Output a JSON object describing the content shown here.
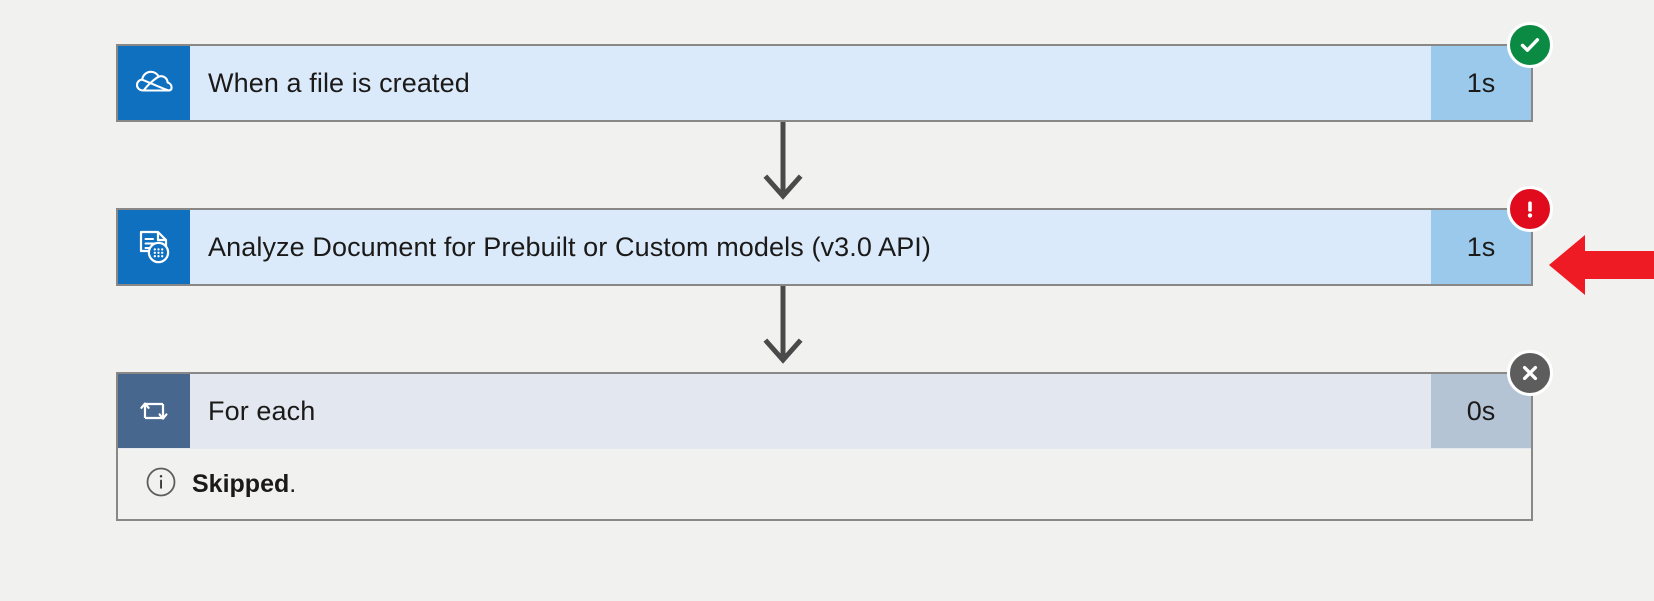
{
  "workflow": {
    "steps": [
      {
        "id": "when-a-file-is-created",
        "title": "When a file is created",
        "duration": "1s",
        "status": "succeeded",
        "status_badge_icon": "check-icon",
        "icon": "onedrive-cloud-icon"
      },
      {
        "id": "analyze-document",
        "title": "Analyze Document for Prebuilt or Custom models (v3.0 API)",
        "duration": "1s",
        "status": "failed",
        "status_badge_icon": "exclamation-icon",
        "icon": "form-recognizer-document-icon"
      },
      {
        "id": "for-each",
        "title": "For each",
        "duration": "0s",
        "status": "skipped",
        "status_badge_icon": "close-x-icon",
        "icon": "loop-repeat-icon",
        "detail": {
          "icon": "info-circle-icon",
          "label": "Skipped",
          "suffix": "."
        }
      }
    ]
  },
  "annotation": {
    "arrow_icon": "red-left-arrow",
    "color": "#ee1b24"
  },
  "colors": {
    "canvas_background": "#f1f1f0",
    "card_background": "#daeafa",
    "card_border": "#8a8886",
    "duration_background": "#9ac9ec",
    "trigger_icon_background": "#0f70c0",
    "loop_icon_background": "#47678f",
    "loop_header_background": "#e3e8f0",
    "loop_duration_background": "#b4c4d5",
    "succeeded": "#0b8a43",
    "failed": "#e00b1c",
    "skipped": "#5d5d5d",
    "connector": "#4a4a4a"
  }
}
